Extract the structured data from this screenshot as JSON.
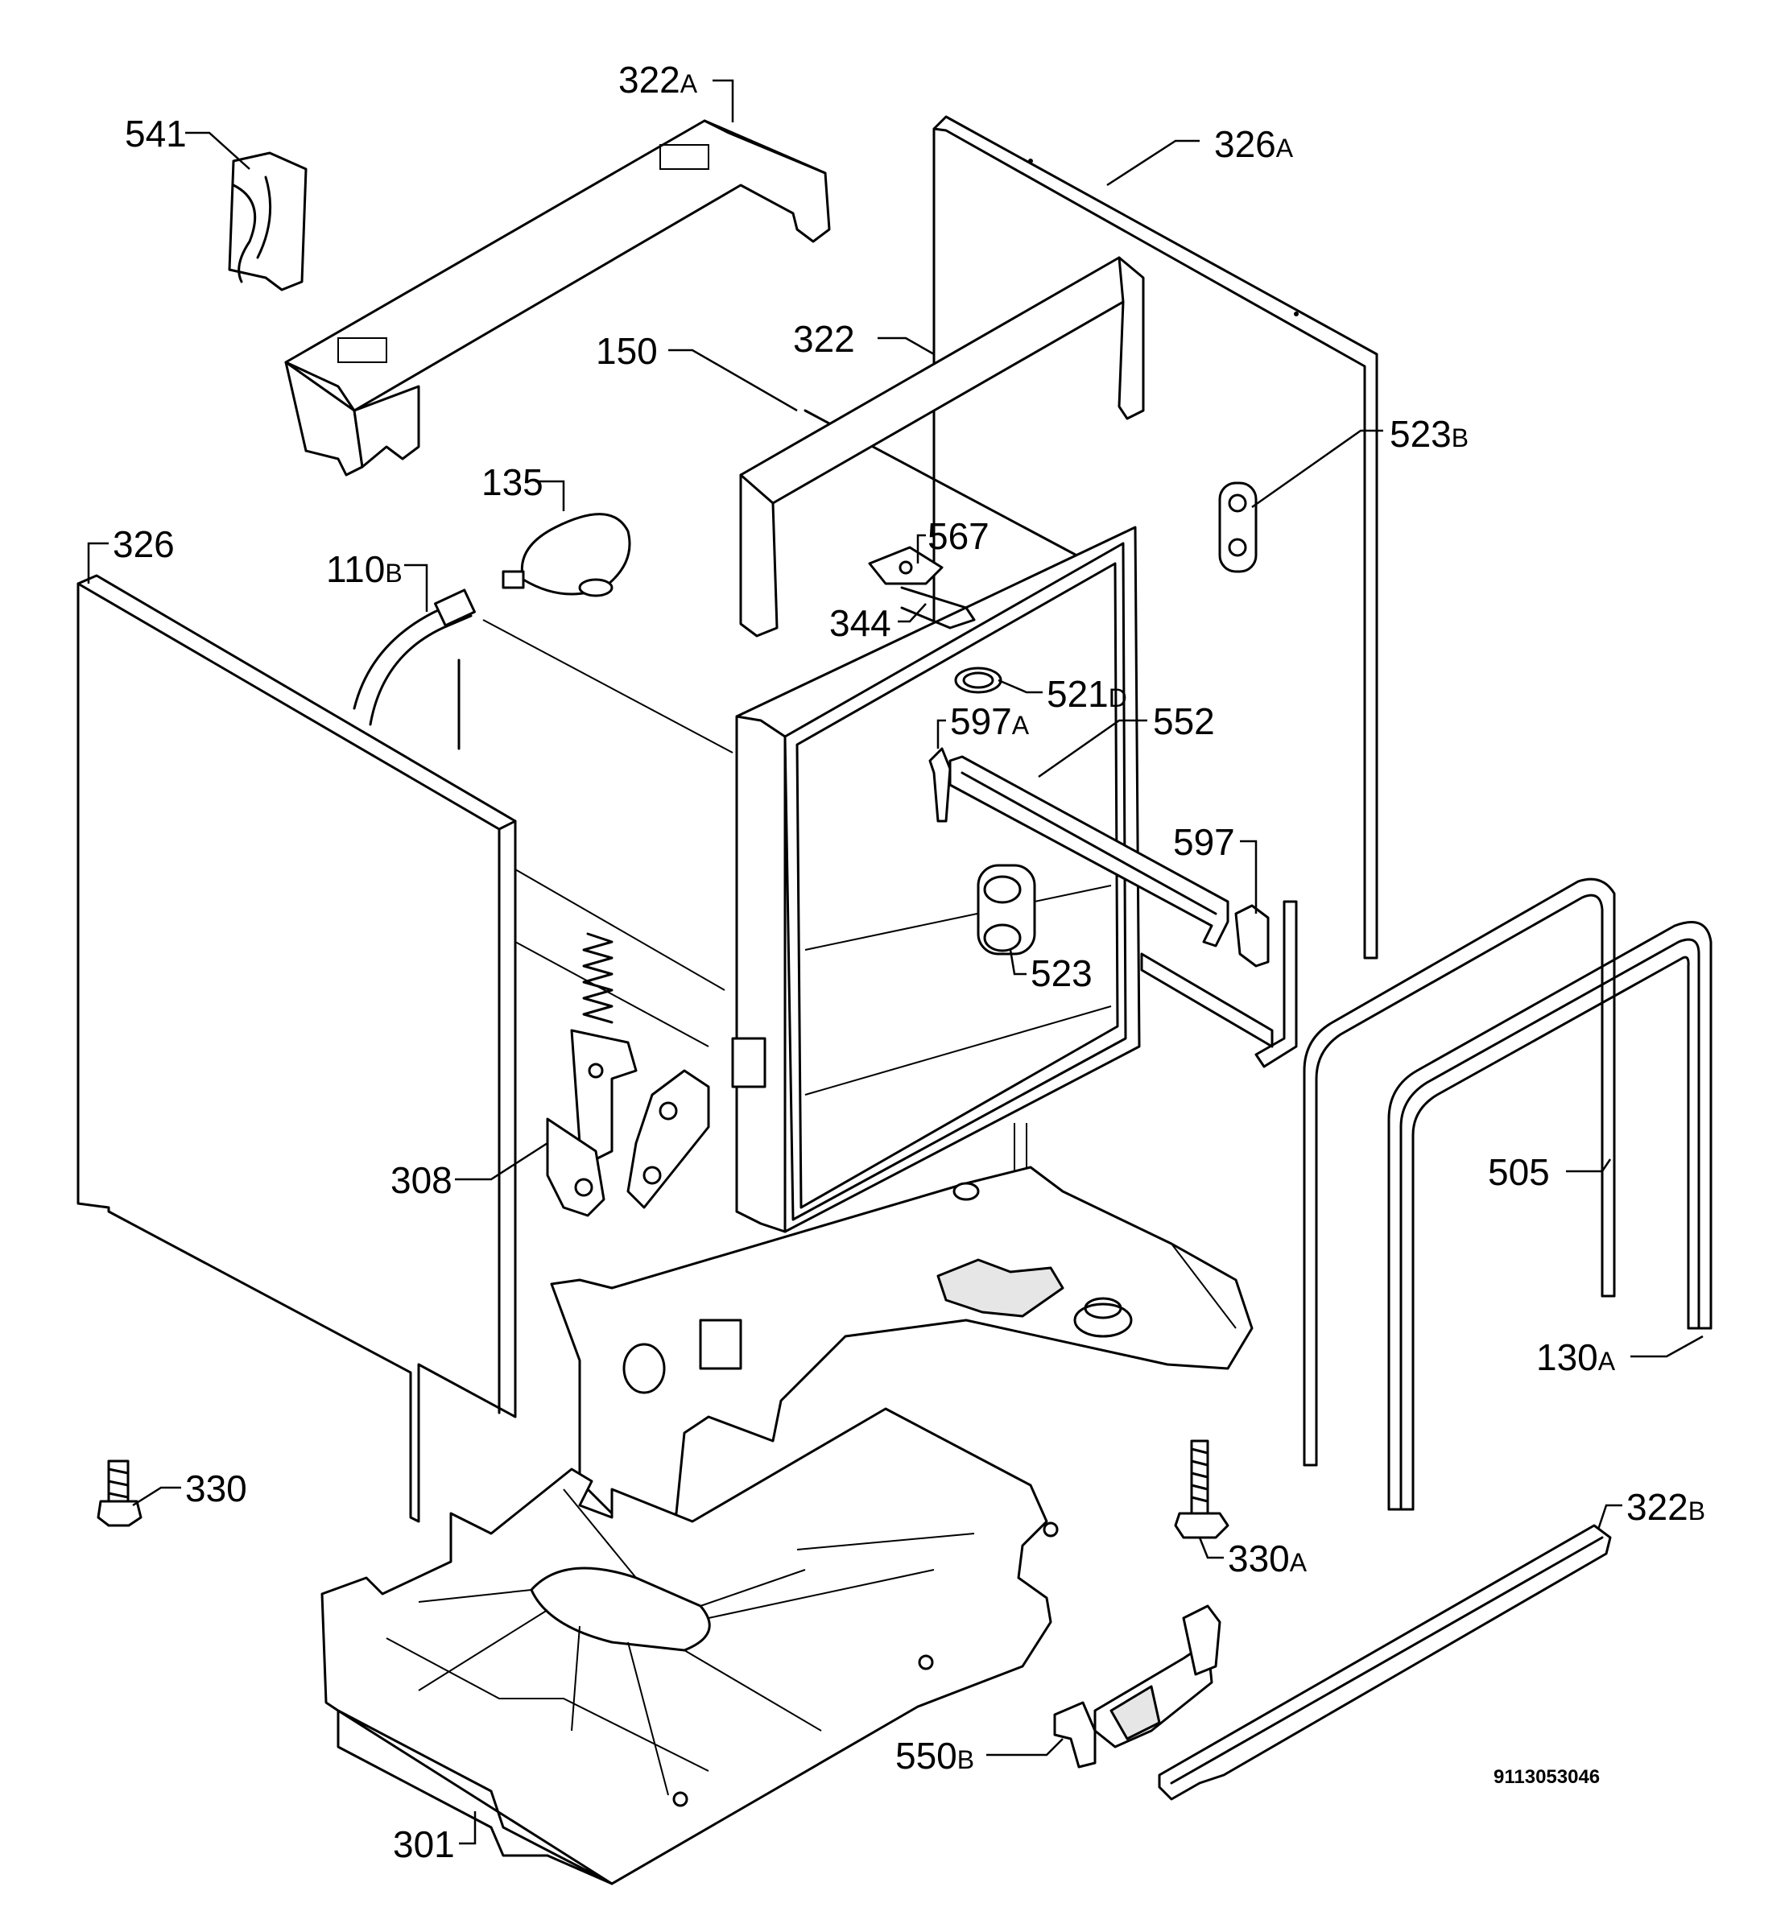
{
  "labels": {
    "l541": "541",
    "l322A": "322",
    "l322A_s": "A",
    "l326A": "326",
    "l326A_s": "A",
    "l322": "322",
    "l150": "150",
    "l523B": "523",
    "l523B_s": "B",
    "l135": "135",
    "l567": "567",
    "l326": "326",
    "l110B": "110",
    "l110B_s": "B",
    "l344": "344",
    "l521D": "521",
    "l521D_s": "D",
    "l597A": "597",
    "l597A_s": "A",
    "l552": "552",
    "l597": "597",
    "l523": "523",
    "l505": "505",
    "l308": "308",
    "l130A": "130",
    "l130A_s": "A",
    "l330": "330",
    "l330A": "330",
    "l330A_s": "A",
    "l322B": "322",
    "l322B_s": "B",
    "l550B": "550",
    "l550B_s": "B",
    "l301": "301"
  },
  "drawing_code": "9113053046"
}
